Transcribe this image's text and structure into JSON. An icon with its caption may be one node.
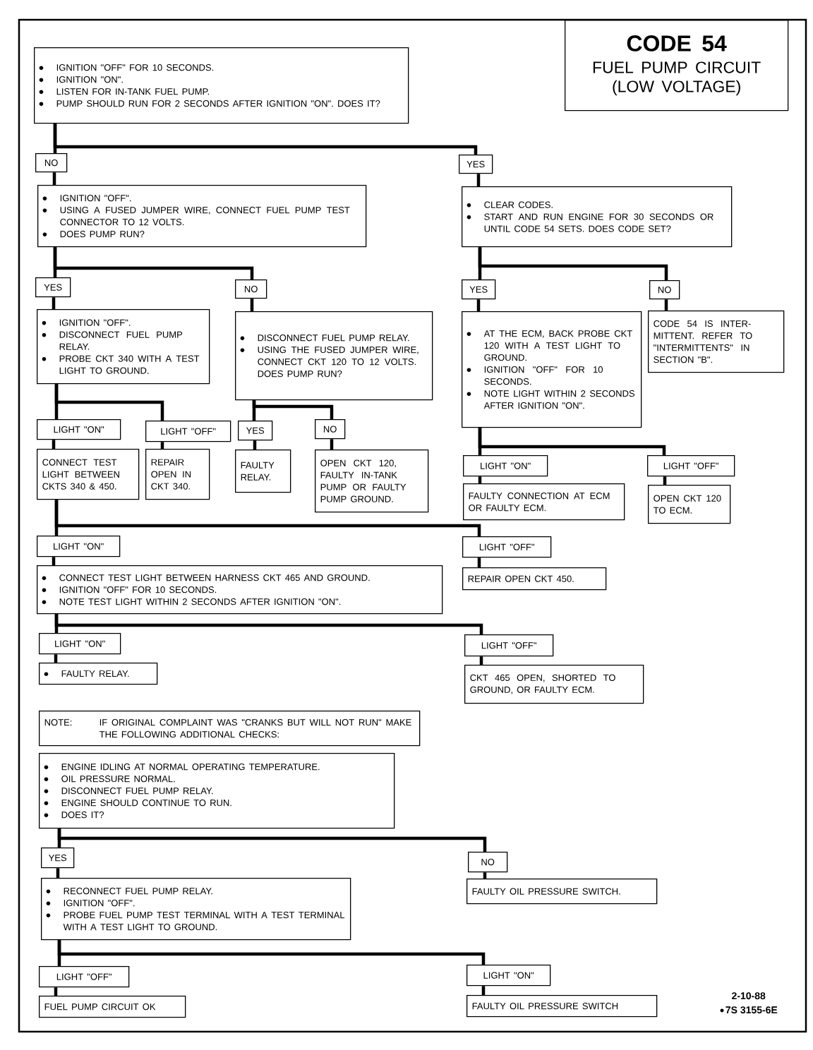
{
  "diagram": {
    "nodes": [
      {
        "text": [
          "CODE 54",
          "FUEL PUMP CIRCUIT (LOW VOLTAGE)"
        ]
      },
      {
        "text": [
          "IGNITION \"OFF\" FOR 10 SECONDS.",
          "IGNITION \"ON\".",
          "LISTEN FOR IN-TANK FUEL PUMP.",
          "PUMP SHOULD RUN FOR 2 SECONDS AFTER IGNITION \"ON\". DOES IT?"
        ]
      },
      {
        "text": [
          "NO"
        ]
      },
      {
        "text": [
          "YES"
        ]
      },
      {
        "text": [
          "IGNITION \"OFF\".",
          "USING A FUSED JUMPER WIRE, CONNECT FUEL PUMP TEST CONNECTOR TO 12 VOLTS.",
          "DOES PUMP RUN?"
        ]
      },
      {
        "text": [
          "CLEAR CODES.",
          "START AND RUN ENGINE FOR 30 SECONDS OR UNTIL CODE 54 SETS. DOES CODE SET?"
        ]
      },
      {
        "text": [
          "YES"
        ]
      },
      {
        "text": [
          "NO"
        ]
      },
      {
        "text": [
          "YES"
        ]
      },
      {
        "text": [
          "NO"
        ]
      },
      {
        "text": [
          "IGNITION \"OFF\".",
          "DISCONNECT FUEL PUMP RELAY.",
          "PROBE CKT 340 WITH A TEST LIGHT TO GROUND."
        ]
      },
      {
        "text": [
          "DISCONNECT FUEL PUMP RELAY.",
          "USING THE FUSED JUMPER WIRE, CONNECT CKT 120 TO 12 VOLTS. DOES PUMP RUN?"
        ]
      },
      {
        "text": [
          "AT THE ECM, BACK PROBE CKT 120 WITH A TEST LIGHT TO GROUND.",
          "IGNITION \"OFF\" FOR 10 SECONDS.",
          "NOTE LIGHT WITHIN 2 SECONDS AFTER IGNITION \"ON\"."
        ]
      },
      {
        "text": [
          "CODE 54 IS INTER- MITTENT. REFER TO \"INTERMITTENTS\" IN SECTION \"B\"."
        ]
      },
      {
        "text": [
          "LIGHT \"ON\""
        ]
      },
      {
        "text": [
          "LIGHT \"OFF\""
        ]
      },
      {
        "text": [
          "YES"
        ]
      },
      {
        "text": [
          "NO"
        ]
      },
      {
        "text": [
          "CONNECT TEST LIGHT BETWEEN CKTS 340 & 450."
        ]
      },
      {
        "text": [
          "REPAIR OPEN IN CKT 340."
        ]
      },
      {
        "text": [
          "FAULTY RELAY."
        ]
      },
      {
        "text": [
          "OPEN CKT 120, FAULTY IN-TANK PUMP OR FAULTY PUMP GROUND."
        ]
      },
      {
        "text": [
          "LIGHT \"ON\""
        ]
      },
      {
        "text": [
          "LIGHT \"OFF\""
        ]
      },
      {
        "text": [
          "FAULTY CONNECTION AT ECM OR FAULTY ECM."
        ]
      },
      {
        "text": [
          "OPEN CKT 120 TO ECM."
        ]
      },
      {
        "text": [
          "LIGHT \"ON\""
        ]
      },
      {
        "text": [
          "LIGHT \"OFF\""
        ]
      },
      {
        "text": [
          "CONNECT TEST LIGHT BETWEEN HARNESS CKT 465 AND GROUND.",
          "IGNITION \"OFF\" FOR 10 SECONDS.",
          "NOTE TEST LIGHT WITHIN 2 SECONDS AFTER IGNITION \"ON\"."
        ]
      },
      {
        "text": [
          "REPAIR OPEN CKT 450."
        ]
      },
      {
        "text": [
          "LIGHT \"ON\""
        ]
      },
      {
        "text": [
          "LIGHT \"OFF\""
        ]
      },
      {
        "text": [
          "FAULTY RELAY."
        ]
      },
      {
        "text": [
          "CKT 465 OPEN, SHORTED TO GROUND, OR FAULTY ECM."
        ]
      },
      {
        "text": [
          "NOTE:",
          "IF ORIGINAL COMPLAINT WAS \"CRANKS BUT WILL NOT RUN\" MAKE THE FOLLOWING ADDITIONAL CHECKS:"
        ]
      },
      {
        "text": [
          "ENGINE IDLING AT NORMAL OPERATING TEMPERATURE.",
          "OIL PRESSURE NORMAL.",
          "DISCONNECT FUEL PUMP RELAY.",
          "ENGINE SHOULD CONTINUE TO RUN.",
          "DOES IT?"
        ]
      },
      {
        "text": [
          "YES"
        ]
      },
      {
        "text": [
          "NO"
        ]
      },
      {
        "text": [
          "RECONNECT FUEL PUMP RELAY.",
          "IGNITION \"OFF\".",
          "PROBE FUEL PUMP TEST TERMINAL WITH A TEST TERMINAL WITH A TEST LIGHT TO GROUND."
        ]
      },
      {
        "text": [
          "FAULTY OIL PRESSURE SWITCH."
        ]
      },
      {
        "text": [
          "LIGHT \"OFF\""
        ]
      },
      {
        "text": [
          "LIGHT \"ON\""
        ]
      },
      {
        "text": [
          "FUEL PUMP CIRCUIT OK"
        ]
      },
      {
        "text": [
          "FAULTY OIL PRESSURE SWITCH"
        ]
      }
    ],
    "edges": [
      {
        "from": 1,
        "to": 2,
        "arrow": "none"
      },
      {
        "from": 1,
        "to": 3,
        "arrow": "none"
      },
      {
        "from": 2,
        "to": 4,
        "arrow": "none"
      },
      {
        "from": 3,
        "to": 5,
        "arrow": "none"
      },
      {
        "from": 4,
        "to": 6,
        "arrow": "none"
      },
      {
        "from": 4,
        "to": 7,
        "arrow": "none"
      },
      {
        "from": 5,
        "to": 8,
        "arrow": "none"
      },
      {
        "from": 5,
        "to": 9,
        "arrow": "none"
      },
      {
        "from": 6,
        "to": 10,
        "arrow": "none"
      },
      {
        "from": 7,
        "to": 11,
        "arrow": "none"
      },
      {
        "from": 8,
        "to": 12,
        "arrow": "none"
      },
      {
        "from": 9,
        "to": 13,
        "arrow": "none"
      },
      {
        "from": 10,
        "to": 14,
        "arrow": "none"
      },
      {
        "from": 10,
        "to": 15,
        "arrow": "none"
      },
      {
        "from": 11,
        "to": 16,
        "arrow": "none"
      },
      {
        "from": 11,
        "to": 17,
        "arrow": "none"
      },
      {
        "from": 12,
        "to": 22,
        "arrow": "none"
      },
      {
        "from": 12,
        "to": 23,
        "arrow": "none"
      },
      {
        "from": 14,
        "to": 18,
        "arrow": "none"
      },
      {
        "from": 15,
        "to": 19,
        "arrow": "none"
      },
      {
        "from": 16,
        "to": 20,
        "arrow": "none"
      },
      {
        "from": 17,
        "to": 21,
        "arrow": "none"
      },
      {
        "from": 22,
        "to": 24,
        "arrow": "none"
      },
      {
        "from": 23,
        "to": 25,
        "arrow": "none"
      },
      {
        "from": 18,
        "to": 26,
        "arrow": "none"
      },
      {
        "from": 18,
        "to": 27,
        "arrow": "none"
      },
      {
        "from": 26,
        "to": 28,
        "arrow": "none"
      },
      {
        "from": 27,
        "to": 29,
        "arrow": "none"
      },
      {
        "from": 28,
        "to": 30,
        "arrow": "none"
      },
      {
        "from": 28,
        "to": 31,
        "arrow": "none"
      },
      {
        "from": 30,
        "to": 32,
        "arrow": "none"
      },
      {
        "from": 31,
        "to": 33,
        "arrow": "none"
      },
      {
        "from": 35,
        "to": 36,
        "arrow": "none"
      },
      {
        "from": 35,
        "to": 37,
        "arrow": "none"
      },
      {
        "from": 36,
        "to": 38,
        "arrow": "none"
      },
      {
        "from": 37,
        "to": 39,
        "arrow": "none"
      },
      {
        "from": 38,
        "to": 40,
        "arrow": "none"
      },
      {
        "from": 38,
        "to": 41,
        "arrow": "none"
      },
      {
        "from": 40,
        "to": 42,
        "arrow": "none"
      },
      {
        "from": 41,
        "to": 43,
        "arrow": "none"
      }
    ],
    "labels": [
      "2-10-88",
      "7S 3155-6E"
    ]
  }
}
